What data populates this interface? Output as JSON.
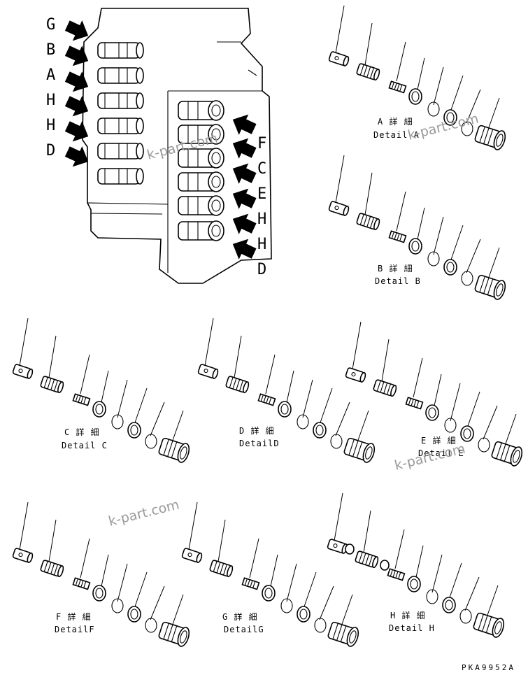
{
  "left_labels": [
    "G",
    "B",
    "A",
    "H",
    "H",
    "D"
  ],
  "right_labels": [
    "F",
    "C",
    "E",
    "H",
    "H",
    "D"
  ],
  "details": [
    {
      "id": "A",
      "jp": "A 詳 細",
      "en": "Detail A"
    },
    {
      "id": "B",
      "jp": "B 詳 細",
      "en": "Detail B"
    },
    {
      "id": "C",
      "jp": "C 詳 細",
      "en": "Detail C"
    },
    {
      "id": "D",
      "jp": "D 詳 細",
      "en": "DetailD"
    },
    {
      "id": "E",
      "jp": "E 詳 細",
      "en": "Detail E"
    },
    {
      "id": "F",
      "jp": "F 詳 細",
      "en": "DetailF"
    },
    {
      "id": "G",
      "jp": "G 詳 細",
      "en": "DetailG"
    },
    {
      "id": "H",
      "jp": "H 詳 細",
      "en": "Detail H"
    }
  ],
  "watermarks": [
    "k-part.com",
    "k-part.com",
    "k-part.com",
    "k-part.com"
  ],
  "drawing_code": "PKA9952A"
}
